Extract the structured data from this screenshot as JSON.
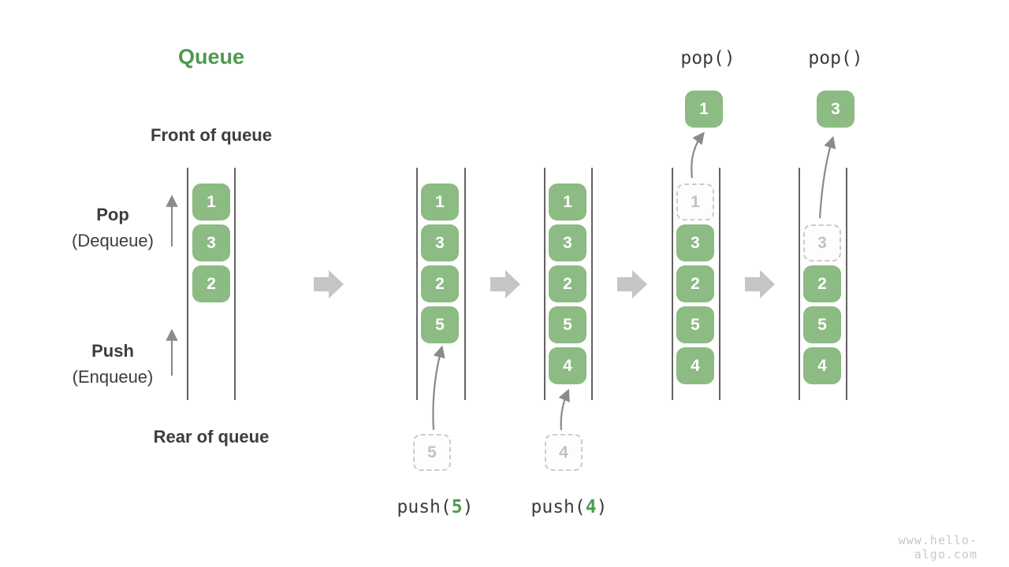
{
  "title": "Queue",
  "watermark": "www.hello-algo.com",
  "labels": {
    "front_of_queue": "Front of queue",
    "rear_of_queue": "Rear of queue",
    "pop": "Pop",
    "pop_sub": "(Dequeue)",
    "push": "Push",
    "push_sub": "(Enqueue)"
  },
  "ops": {
    "pop_call_1": "pop()",
    "pop_call_2": "pop()",
    "push_prefix": "push(",
    "push_close": ")",
    "push_arg_1": "5",
    "push_arg_2": "4"
  },
  "columns": [
    {
      "name": "state-1-initial",
      "values": [
        "1",
        "3",
        "2"
      ]
    },
    {
      "name": "state-2-after-push-5",
      "values": [
        "1",
        "3",
        "2",
        "5"
      ],
      "incoming": "5"
    },
    {
      "name": "state-3-after-push-4",
      "values": [
        "1",
        "3",
        "2",
        "5",
        "4"
      ],
      "incoming": "4"
    },
    {
      "name": "state-4-after-pop-1",
      "ghost": "1",
      "values": [
        "3",
        "2",
        "5",
        "4"
      ],
      "popped": "1"
    },
    {
      "name": "state-5-after-pop-3",
      "ghost": "3",
      "values": [
        "2",
        "5",
        "4"
      ],
      "popped": "3"
    }
  ],
  "colors": {
    "cell_green": "#8CBB83",
    "accent_green": "#4D9A4F",
    "ghost_border": "#cccccc",
    "ghost_text": "#c2c2c2",
    "queue_line": "#636363",
    "block_arrow": "#c5c5c5",
    "thin_arrow": "#8a8a8a",
    "text_dark": "#3d3d3d",
    "watermark_gray": "#c9c9c9"
  }
}
